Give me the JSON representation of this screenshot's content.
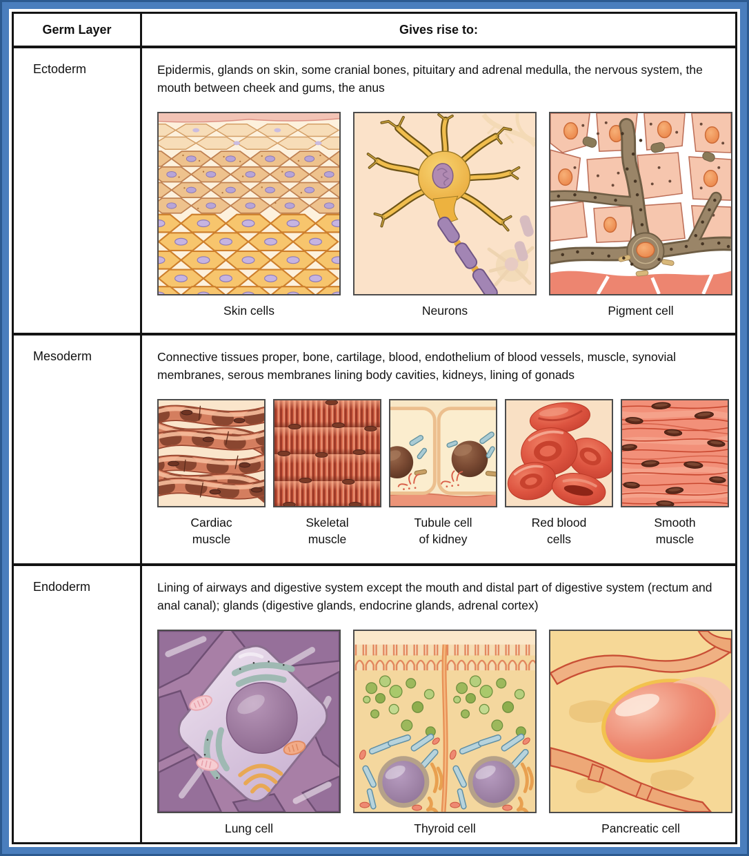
{
  "table": {
    "header": {
      "col1": "Germ Layer",
      "col2": "Gives rise to:"
    },
    "rows": [
      {
        "layer": "Ectoderm",
        "description": "Epidermis, glands on skin, some cranial bones, pituitary and adrenal medulla, the nervous system, the mouth between cheek and gums, the anus",
        "images": [
          {
            "icon": "skin-cells-illustration",
            "caption": "Skin cells"
          },
          {
            "icon": "neurons-illustration",
            "caption": "Neurons"
          },
          {
            "icon": "pigment-cell-illustration",
            "caption": "Pigment cell"
          }
        ]
      },
      {
        "layer": "Mesoderm",
        "description": "Connective tissues proper, bone, cartilage, blood, endothelium of blood vessels, muscle, synovial membranes, serous membranes lining body cavities, kidneys, lining of gonads",
        "images": [
          {
            "icon": "cardiac-muscle-illustration",
            "caption": "Cardiac\nmuscle"
          },
          {
            "icon": "skeletal-muscle-illustration",
            "caption": "Skeletal\nmuscle"
          },
          {
            "icon": "kidney-tubule-cell-illustration",
            "caption": "Tubule cell\nof kidney"
          },
          {
            "icon": "red-blood-cells-illustration",
            "caption": "Red blood\ncells"
          },
          {
            "icon": "smooth-muscle-illustration",
            "caption": "Smooth\nmuscle"
          }
        ]
      },
      {
        "layer": "Endoderm",
        "description": "Lining of airways and digestive system except the mouth and distal part of digestive system (rectum and anal canal); glands (digestive glands, endocrine glands, adrenal cortex)",
        "images": [
          {
            "icon": "lung-cell-illustration",
            "caption": "Lung cell"
          },
          {
            "icon": "thyroid-cell-illustration",
            "caption": "Thyroid cell"
          },
          {
            "icon": "pancreatic-cell-illustration",
            "caption": "Pancreatic cell"
          }
        ]
      }
    ]
  },
  "colors": {
    "frame_blue": "#4a7ebd",
    "frame_blue_dark": "#2c5a90",
    "table_border": "#141414",
    "image_border": "#4c4c4c"
  }
}
